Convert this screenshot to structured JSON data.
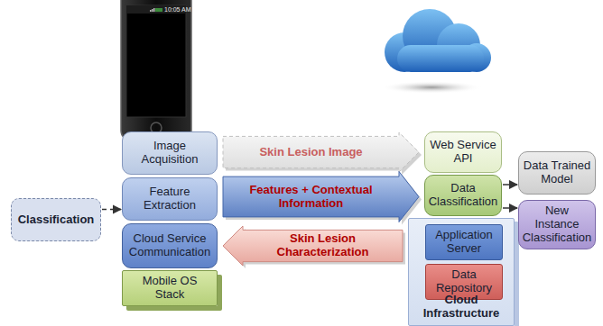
{
  "diagram": {
    "nodes": [
      {
        "text": [
          "Classification"
        ]
      },
      {
        "text": [
          "Image Acquisition"
        ]
      },
      {
        "text": [
          "Feature Extraction"
        ]
      },
      {
        "text": [
          "Cloud Service Communication"
        ]
      },
      {
        "text": [
          "Mobile OS Stack"
        ]
      },
      {
        "text": [
          "Web Service API"
        ]
      },
      {
        "text": [
          "Data Classification"
        ]
      },
      {
        "text": [
          "Cloud Infrastructure"
        ]
      },
      {
        "text": [
          "Application Server"
        ],
        "in": 7
      },
      {
        "text": [
          "Data Repository"
        ],
        "in": 7
      },
      {
        "text": [
          "Data Trained Model"
        ]
      },
      {
        "text": [
          "New Instance Classification"
        ]
      }
    ],
    "edges": [
      {
        "from": 0,
        "to": 2,
        "arrow": "to"
      },
      {
        "from": 1,
        "to": 5,
        "label": "Skin Lesion Image",
        "arrow": "to"
      },
      {
        "from": 2,
        "to": 6,
        "label": "Features + Contextual Information",
        "arrow": "to"
      },
      {
        "from": 7,
        "to": 3,
        "label": "Skin Lesion Characterization",
        "arrow": "to"
      },
      {
        "from": 6,
        "to": 10,
        "arrow": "to"
      },
      {
        "from": 6,
        "to": 11,
        "arrow": "to"
      }
    ],
    "labels": [
      "10:05 AM"
    ]
  }
}
